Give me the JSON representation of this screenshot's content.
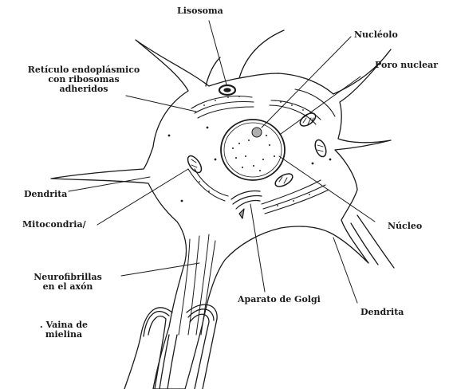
{
  "labels": {
    "lisosoma": "Lisosoma",
    "nucleolo": "Nucléolo",
    "reticulo_l1": "Retículo endoplásmico",
    "reticulo_l2": "con ribosomas",
    "reticulo_l3": "adheridos",
    "poro_nuclear": "Poro nuclear",
    "dendrita_left": "Dendrita",
    "mitocondria": "Mitocondria/",
    "nucleo": "Núcleo",
    "neurofibrillas_l1": "Neurofibrillas",
    "neurofibrillas_l2": "en el axón",
    "aparato_golgi": "Aparato de Golgi",
    "vaina_l1": ". Vaina de",
    "vaina_l2": "mielina",
    "dendrita_right": "Dendrita"
  },
  "colors": {
    "ink": "#1a1a1a",
    "background": "#ffffff"
  }
}
